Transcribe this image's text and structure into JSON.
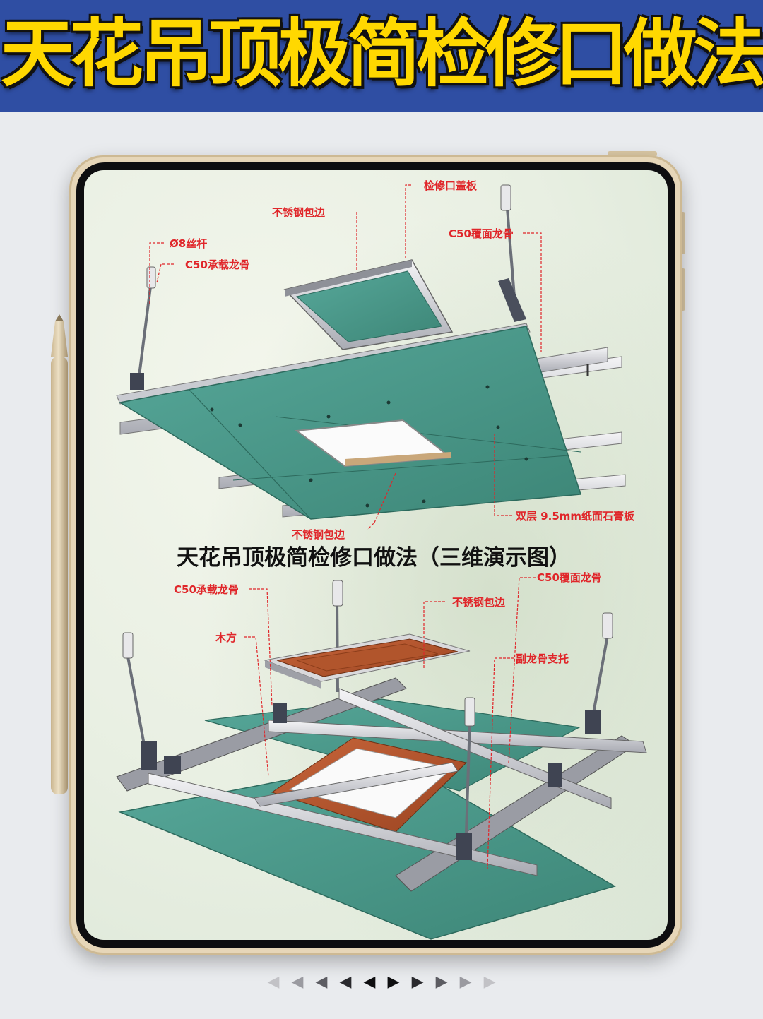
{
  "header": {
    "title": "天花吊顶极简检修口做法"
  },
  "diagram": {
    "title": "天花吊顶极简检修口做法（三维演示图）",
    "top_labels": {
      "access_cover": "检修口盖板",
      "stainless_edge_top": "不锈钢包边",
      "c50_cover_keel_top": "C50覆面龙骨",
      "rod_8": "Ø8丝杆",
      "c50_main_keel_top": "C50承载龙骨",
      "gypsum_board": "双层 9.5mm纸面石膏板",
      "stainless_edge_bottom": "不锈钢包边"
    },
    "bottom_labels": {
      "c50_main_keel": "C50承载龙骨",
      "c50_cover_keel": "C50覆面龙骨",
      "stainless_edge": "不锈钢包边",
      "wood_batten": "木方",
      "aux_keel_support": "副龙骨支托"
    }
  },
  "pager": {
    "left": [
      "◀",
      "◀",
      "◀",
      "◀",
      "◀"
    ],
    "right": [
      "▶",
      "▶",
      "▶",
      "▶",
      "▶"
    ]
  },
  "colors": {
    "banner": "#2f4ea3",
    "title": "#ffd800",
    "label": "#e0262a",
    "board": "#4a9a8c",
    "wood": "#b5562b",
    "tablet": "#e6d6b8"
  }
}
